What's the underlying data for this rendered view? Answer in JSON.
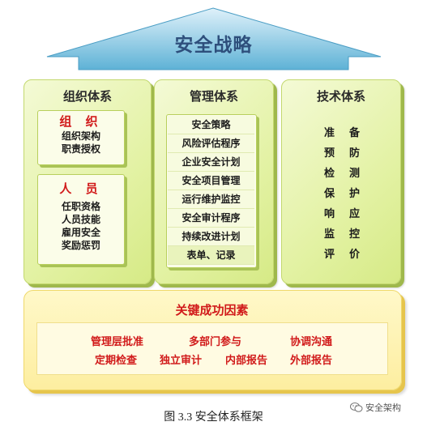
{
  "roof": {
    "title": "安全战略"
  },
  "pillars": {
    "org": {
      "title": "组织体系",
      "box1": {
        "heading": "组 织",
        "lines": [
          "组织架构",
          "职责授权"
        ]
      },
      "box2": {
        "heading": "人 员",
        "lines": [
          "任职资格",
          "人员技能",
          "雇用安全",
          "奖励惩罚"
        ]
      }
    },
    "mgmt": {
      "title": "管理体系",
      "items": [
        "安全策略",
        "风险评估程序",
        "企业安全计划",
        "安全项目管理",
        "运行维护监控",
        "安全审计程序",
        "持续改进计划",
        "表单、记录"
      ]
    },
    "tech": {
      "title": "技术体系",
      "lines": [
        "准备",
        "预防",
        "检测",
        "保护",
        "响应",
        "监控",
        "评价"
      ]
    }
  },
  "base": {
    "title": "关键成功因素",
    "row1": [
      "管理层批准",
      "多部门参与",
      "协调沟通"
    ],
    "row2": [
      "定期检查",
      "独立审计",
      "内部报告",
      "外部报告"
    ]
  },
  "caption": "图 3.3   安全体系框架",
  "watermark": {
    "text": "安全架构",
    "icon": "wechat-icon"
  },
  "colors": {
    "roof": "#5fb4d6",
    "roof_title": "#2e4f7c",
    "pillar": "#e3f2a4",
    "base": "#fdeea0",
    "red_text": "#d11a1a"
  }
}
